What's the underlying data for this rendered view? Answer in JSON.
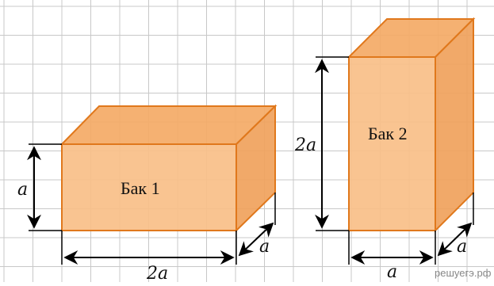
{
  "tank1": {
    "label": "Бак 1",
    "height_label": "a",
    "width_label": "2a",
    "depth_label": "a"
  },
  "tank2": {
    "label": "Бак 2",
    "height_label": "2a",
    "width_label": "a",
    "depth_label": "a"
  },
  "watermark": "решуегэ.рф",
  "colors": {
    "front": "#f8bf88",
    "top": "#f4aa66",
    "side": "#f0a25c",
    "edge": "#e0781c",
    "grid": "#c8c8c8",
    "dim": "#000000"
  }
}
